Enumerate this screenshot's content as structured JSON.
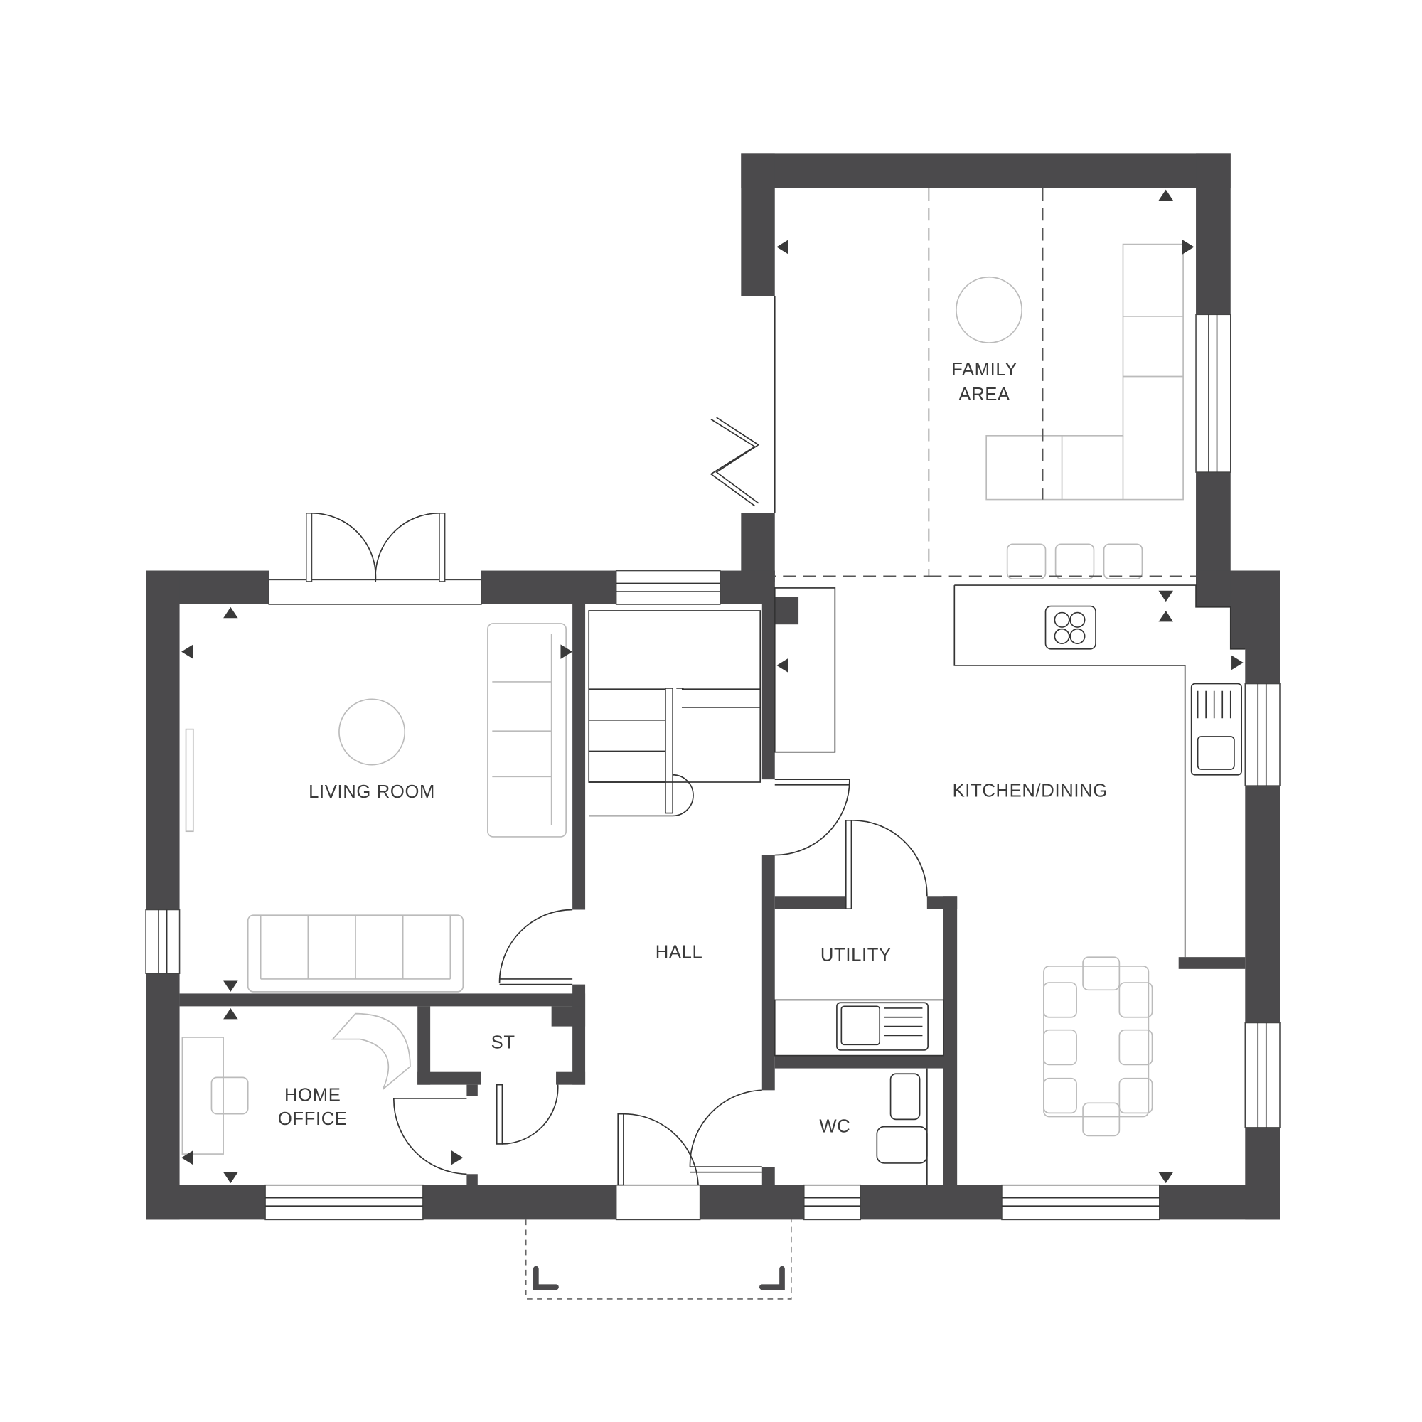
{
  "rooms": {
    "family_area_line1": "FAMILY",
    "family_area_line2": "AREA",
    "living_room": "LIVING ROOM",
    "kitchen_dining": "KITCHEN/DINING",
    "hall": "HALL",
    "utility": "UTILITY",
    "store": "ST",
    "home_office_line1": "HOME",
    "home_office_line2": "OFFICE",
    "wc": "WC"
  },
  "colors": {
    "wall": "#4b4a4c",
    "background": "#ffffff"
  }
}
